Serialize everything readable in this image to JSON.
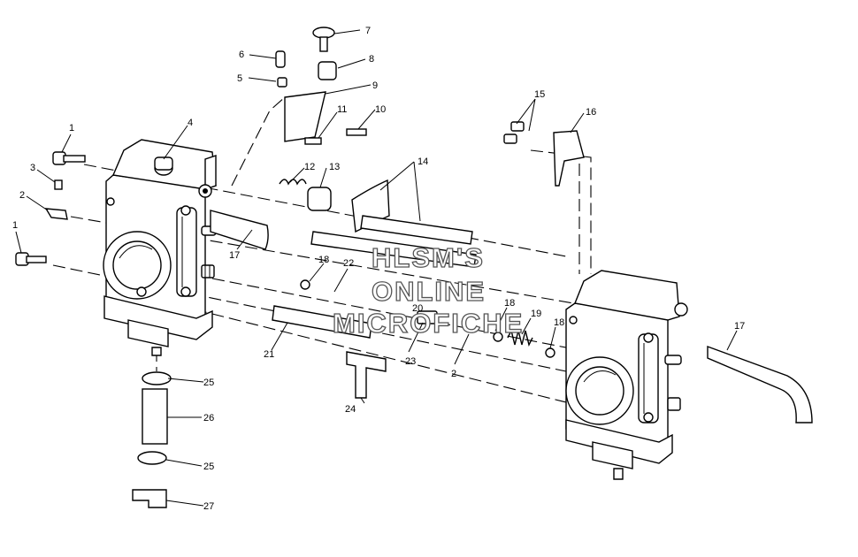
{
  "watermark": {
    "line1": "HLSM'S",
    "line2": "ONLINE",
    "line3": "MICROFICHE"
  },
  "callouts": [
    {
      "id": "c1a",
      "text": "1"
    },
    {
      "id": "c1b",
      "text": "1"
    },
    {
      "id": "c2a",
      "text": "2"
    },
    {
      "id": "c2b",
      "text": "2"
    },
    {
      "id": "c3",
      "text": "3"
    },
    {
      "id": "c4",
      "text": "4"
    },
    {
      "id": "c5",
      "text": "5"
    },
    {
      "id": "c6",
      "text": "6"
    },
    {
      "id": "c7",
      "text": "7"
    },
    {
      "id": "c8",
      "text": "8"
    },
    {
      "id": "c9",
      "text": "9"
    },
    {
      "id": "c10",
      "text": "10"
    },
    {
      "id": "c11",
      "text": "11"
    },
    {
      "id": "c12",
      "text": "12"
    },
    {
      "id": "c13",
      "text": "13"
    },
    {
      "id": "c14",
      "text": "14"
    },
    {
      "id": "c15",
      "text": "15"
    },
    {
      "id": "c16",
      "text": "16"
    },
    {
      "id": "c17a",
      "text": "17"
    },
    {
      "id": "c17b",
      "text": "17"
    },
    {
      "id": "c18a",
      "text": "18"
    },
    {
      "id": "c18b",
      "text": "18"
    },
    {
      "id": "c18c",
      "text": "18"
    },
    {
      "id": "c19",
      "text": "19"
    },
    {
      "id": "c20",
      "text": "20"
    },
    {
      "id": "c21",
      "text": "21"
    },
    {
      "id": "c22",
      "text": "22"
    },
    {
      "id": "c23",
      "text": "23"
    },
    {
      "id": "c24",
      "text": "24"
    },
    {
      "id": "c25a",
      "text": "25"
    },
    {
      "id": "c25b",
      "text": "25"
    },
    {
      "id": "c26",
      "text": "26"
    },
    {
      "id": "c27",
      "text": "27"
    }
  ]
}
